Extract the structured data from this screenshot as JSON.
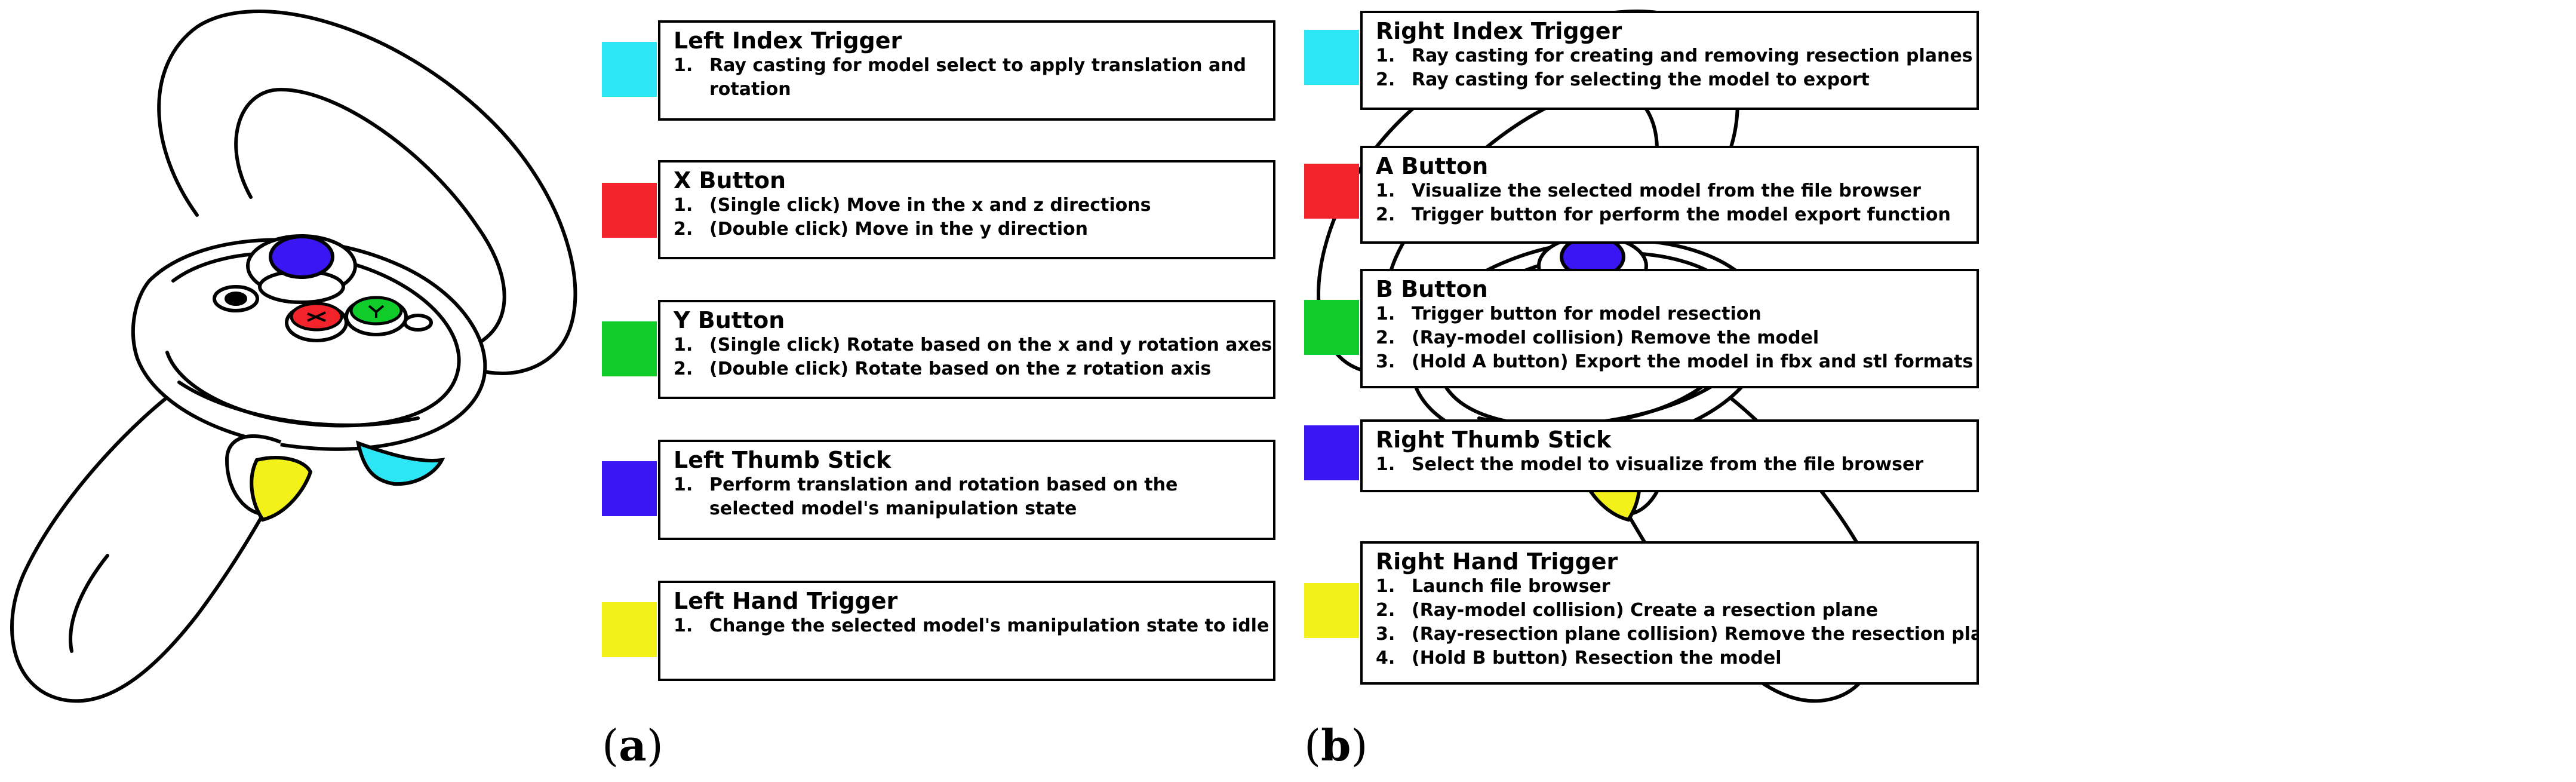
{
  "panels": [
    {
      "caption": "a",
      "items": [
        {
          "color": "#2DE6F5",
          "title": "Left Index Trigger",
          "lines": [
            {
              "num": "1.",
              "text": "Ray casting for model select to apply translation and rotation"
            }
          ]
        },
        {
          "color": "#F2232A",
          "title": "X Button",
          "lines": [
            {
              "num": "1.",
              "text": "(Single click) Move in the x and z directions"
            },
            {
              "num": "2.",
              "text": "(Double click) Move in the y direction"
            }
          ]
        },
        {
          "color": "#10CC2B",
          "title": "Y Button",
          "lines": [
            {
              "num": "1.",
              "text": "(Single click) Rotate based on the x and y rotation axes"
            },
            {
              "num": "2.",
              "text": "(Double click) Rotate based on the z rotation axis"
            }
          ]
        },
        {
          "color": "#3A16F2",
          "title": "Left Thumb Stick",
          "lines": [
            {
              "num": "1.",
              "text": "Perform translation and rotation based on the selected model's manipulation state"
            }
          ]
        },
        {
          "color": "#F2F21A",
          "title": "Left Hand Trigger",
          "lines": [
            {
              "num": "1.",
              "text": "Change the selected model's manipulation state to idle"
            }
          ]
        }
      ]
    },
    {
      "caption": "b",
      "items": [
        {
          "color": "#2DE6F5",
          "title": "Right Index Trigger",
          "lines": [
            {
              "num": "1.",
              "text": "Ray casting for creating and removing resection planes"
            },
            {
              "num": "2.",
              "text": "Ray casting for selecting the model to export"
            }
          ]
        },
        {
          "color": "#F2232A",
          "title": "A Button",
          "lines": [
            {
              "num": "1.",
              "text": "Visualize the selected model from the file browser"
            },
            {
              "num": "2.",
              "text": "Trigger button for perform the model export function"
            }
          ]
        },
        {
          "color": "#10CC2B",
          "title": "B Button",
          "lines": [
            {
              "num": "1.",
              "text": "Trigger button for model resection"
            },
            {
              "num": "2.",
              "text": "(Ray-model collision) Remove the model"
            },
            {
              "num": "3.",
              "text": "(Hold A button) Export the model in fbx and stl formats"
            }
          ]
        },
        {
          "color": "#3A16F2",
          "title": "Right Thumb Stick",
          "lines": [
            {
              "num": "1.",
              "text": "Select the model to visualize from the file browser"
            }
          ]
        },
        {
          "color": "#F2F21A",
          "title": "Right Hand Trigger",
          "lines": [
            {
              "num": "1.",
              "text": "Launch file browser"
            },
            {
              "num": "2.",
              "text": "(Ray-model collision) Create a resection plane"
            },
            {
              "num": "3.",
              "text": "(Ray-resection plane collision) Remove the resection plane"
            },
            {
              "num": "4.",
              "text": "(Hold B button) Resection the model"
            }
          ]
        }
      ]
    }
  ],
  "controllers": [
    {
      "name": "left-controller",
      "button_colors": {
        "stick": "#3A16F2",
        "x_button": "#F2232A",
        "y_button": "#10CC2B",
        "index_trigger": "#2DE6F5",
        "hand_trigger": "#F2F21A"
      }
    },
    {
      "name": "right-controller",
      "button_colors": {
        "stick": "#3A16F2",
        "a_button": "#F2232A",
        "b_button": "#10CC2B",
        "index_trigger": "#2DE6F5",
        "hand_trigger": "#F2F21A"
      }
    }
  ]
}
